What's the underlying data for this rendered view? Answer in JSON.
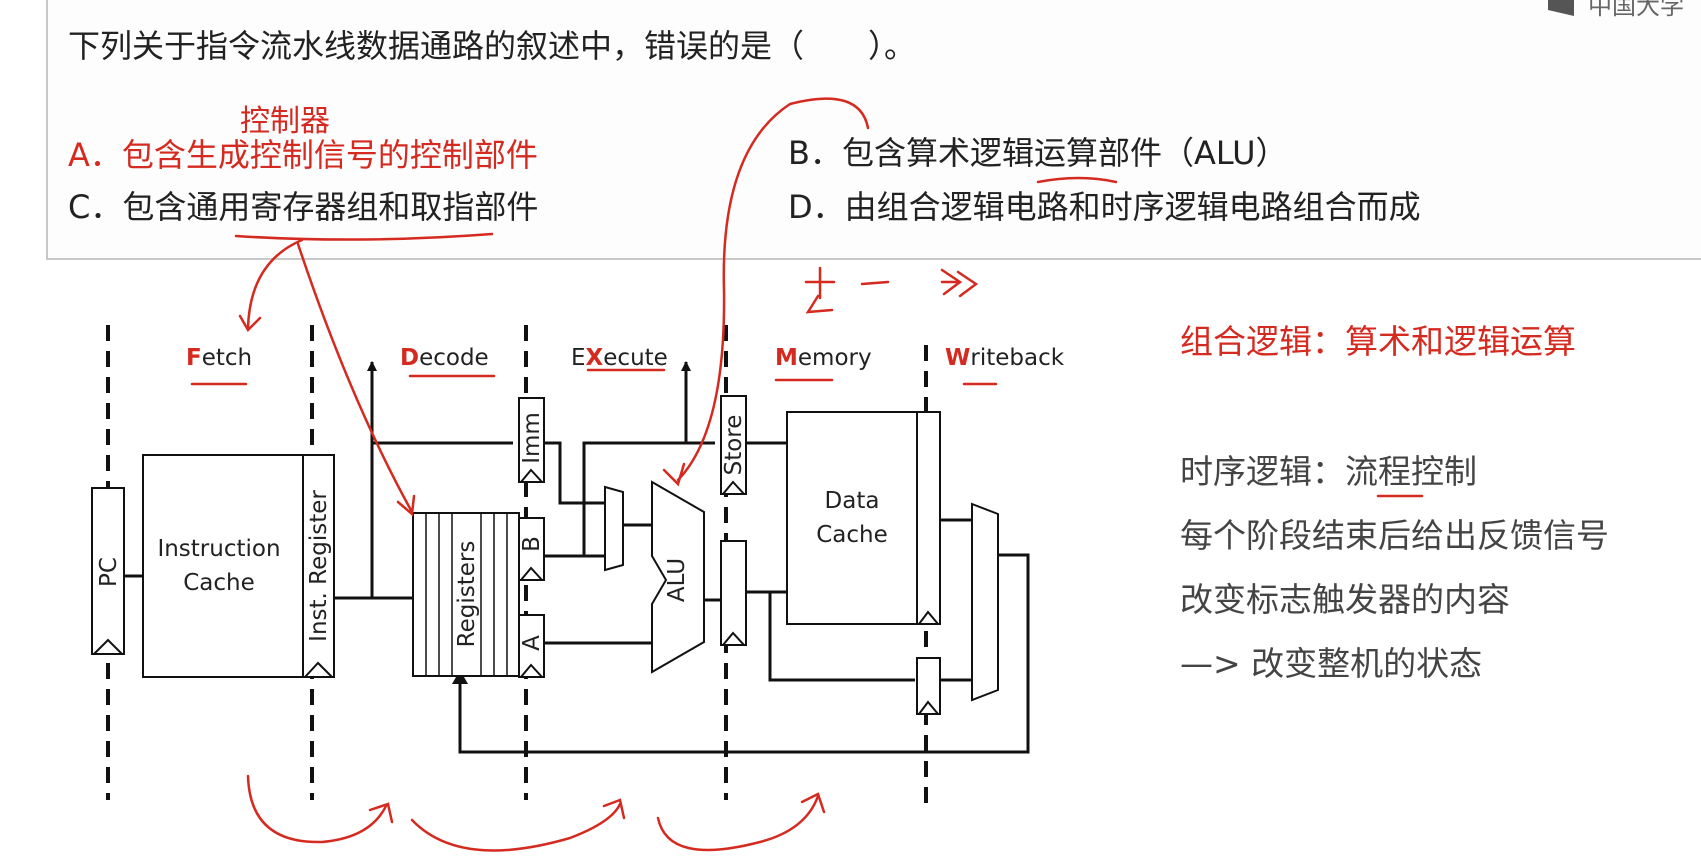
{
  "question": {
    "stem": "下列关于指令流水线数据通路的叙述中，错误的是（　　）。",
    "options": [
      "A．包含生成控制信号的控制部件",
      "B．包含算术逻辑运算部件（ALU）",
      "C．包含通用寄存器组和取指部件",
      "D．由组合逻辑电路和时序逻辑电路组合而成"
    ]
  },
  "annotations": {
    "controller": "控制器",
    "plus_minus": "+ -",
    "arrows": ">>"
  },
  "stages": {
    "fetch_first": "F",
    "fetch_rest": "etch",
    "decode_first": "D",
    "decode_rest": "ecode",
    "execute_pre": "E",
    "execute_first": "X",
    "execute_rest": "ecute",
    "memory_first": "M",
    "memory_rest": "emory",
    "writeback_first": "W",
    "writeback_rest": "riteback"
  },
  "components": {
    "pc": "PC",
    "instruction_cache_line1": "Instruction",
    "instruction_cache_line2": "Cache",
    "inst_register": "Inst. Register",
    "registers": "Registers",
    "imm": "Imm",
    "b": "B",
    "a": "A",
    "alu": "ALU",
    "store": "Store",
    "data_cache_line1": "Data",
    "data_cache_line2": "Cache"
  },
  "notes": {
    "combinational": "组合逻辑：算术和逻辑运算",
    "sequential": "时序逻辑：流程控制",
    "feedback": "每个阶段结束后给出反馈信号",
    "flipflop": "改变标志触发器的内容",
    "state": "—> 改变整机的状态"
  },
  "logo_text": "中国大学",
  "colors": {
    "annotation_red": "#d42a20",
    "text": "#222222",
    "border": "#c8c8c8"
  }
}
